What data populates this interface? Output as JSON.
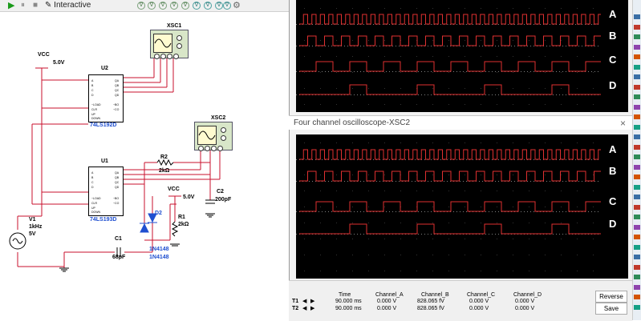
{
  "toolbar": {
    "mode_label": "Interactive",
    "icons": [
      "play-icon",
      "pause-icon",
      "stop-icon",
      "probe-icon",
      "settings-icon"
    ],
    "round_buttons": [
      "∇",
      "∇",
      "∇",
      "∇",
      "∇",
      "∇",
      "∇",
      "∇",
      "∇"
    ]
  },
  "schematic": {
    "vcc1_label": "VCC",
    "vcc1_value": "5.0V",
    "u2_name": "U2",
    "u2_part": "74LS192D",
    "u1_name": "U1",
    "u1_part": "74LS193D",
    "xsc1_label": "XSC1",
    "xsc2_label": "XSC2",
    "r2_name": "R2",
    "r2_value": "2kΩ",
    "d2_name": "D2",
    "vcc2_label": "VCC",
    "vcc2_value": "5.0V",
    "r1_name": "R1",
    "r1_value": "2kΩ",
    "c2_name": "C2",
    "c2_value": "200pF",
    "c1_name": "C1",
    "c1_value": "68pF",
    "diode_part_1": "1N4148",
    "diode_part_2": "1N4148",
    "v1_name": "V1",
    "v1_freq": "1kHz",
    "v1_volt": "5V",
    "pins_left": [
      "A",
      "B",
      "C",
      "D",
      "~LOAD",
      "CLR",
      "UP",
      "DOWN"
    ],
    "pins_right": [
      "QA",
      "QB",
      "QC",
      "QD",
      "~BO",
      "~CO"
    ]
  },
  "scope1": {
    "channels": [
      "A",
      "B",
      "C",
      "D"
    ],
    "trace_color": "#e03030",
    "baseline_color": "#ffffff"
  },
  "scope2": {
    "window_title": "Four channel oscilloscope-XSC2",
    "close_glyph": "×",
    "channels": [
      "A",
      "B",
      "C",
      "D"
    ]
  },
  "readout": {
    "headers": [
      "Time",
      "Channel_A",
      "Channel_B",
      "Channel_C",
      "Channel_D"
    ],
    "rows": [
      {
        "label": "T1",
        "values": [
          "90.000 ms",
          "0.000 V",
          "828.065 fV",
          "0.000 V",
          "0.000 V"
        ]
      },
      {
        "label": "T2",
        "values": [
          "90.000 ms",
          "0.000 V",
          "828.065 fV",
          "0.000 V",
          "0.000 V"
        ]
      }
    ],
    "reverse_label": "Reverse",
    "save_label": "Save"
  }
}
